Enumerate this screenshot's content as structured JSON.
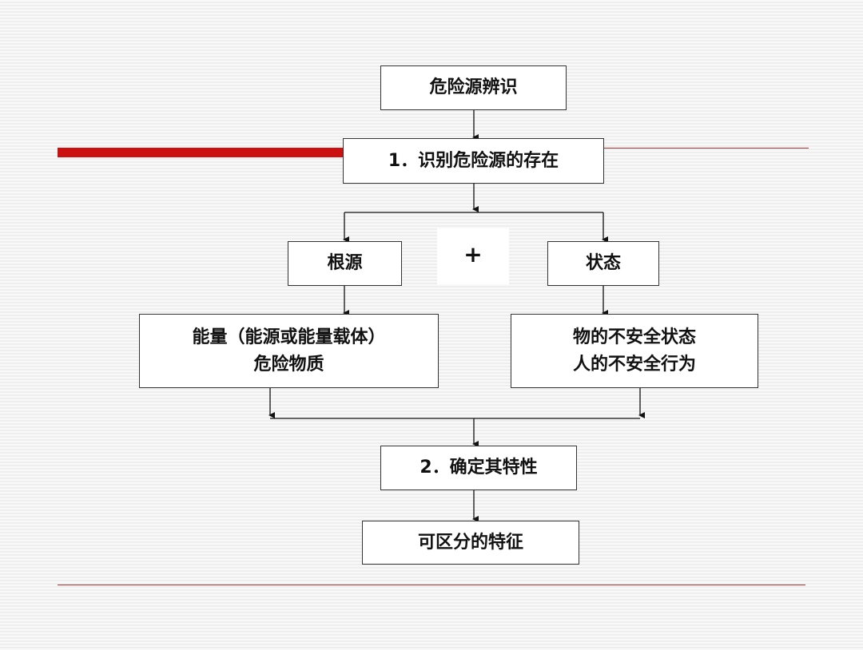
{
  "diagram": {
    "title_box": "危险源辨识",
    "step1_box": "1．识别危险源的存在",
    "plus": "+",
    "root_box": "根源",
    "state_box": "状态",
    "energy_box": {
      "line1": "能量（能源或能量载体）",
      "line2": "危险物质"
    },
    "unsafe_box": {
      "line1": "物的不安全状态",
      "line2": "人的不安全行为"
    },
    "step2_box": "2．确定其特性",
    "feature_box": "可区分的特征"
  },
  "colors": {
    "accent_red": "#cc1010",
    "box_border": "#333333",
    "text": "#111111"
  }
}
